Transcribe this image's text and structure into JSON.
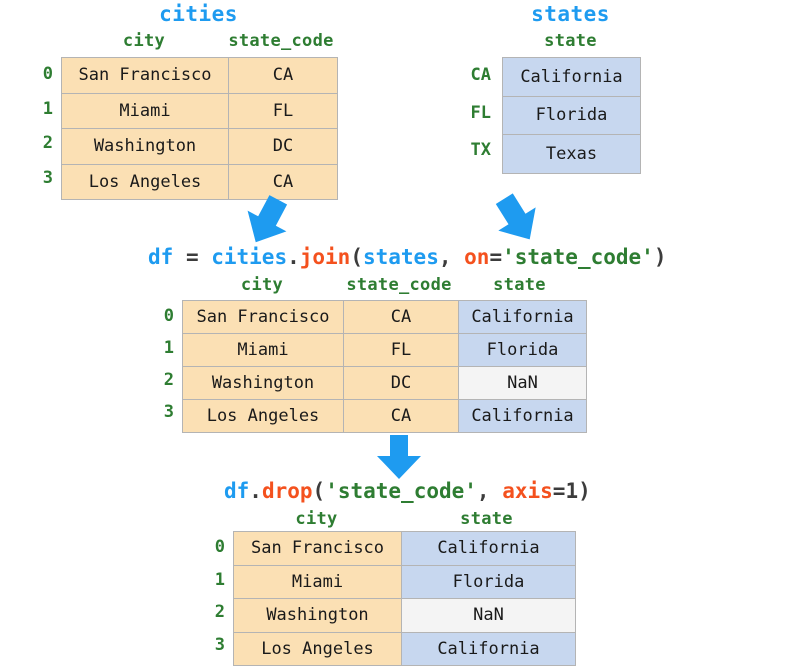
{
  "diagram": {
    "title_color": "#1E9BF0",
    "header_color": "#2E7D32",
    "orange_cell_color": "#FBE0B4",
    "blue_cell_color": "#C7D7EF",
    "nan_cell_color": "#F4F4F4",
    "arrow_color": "#1E9BF0"
  },
  "cities_table": {
    "title": "cities",
    "columns": [
      "city",
      "state_code"
    ],
    "index": [
      "0",
      "1",
      "2",
      "3"
    ],
    "rows": [
      [
        "San Francisco",
        "CA"
      ],
      [
        "Miami",
        "FL"
      ],
      [
        "Washington",
        "DC"
      ],
      [
        "Los Angeles",
        "CA"
      ]
    ]
  },
  "states_table": {
    "title": "states",
    "columns": [
      "state"
    ],
    "index": [
      "CA",
      "FL",
      "TX"
    ],
    "rows": [
      [
        "California"
      ],
      [
        "Florida"
      ],
      [
        "Texas"
      ]
    ]
  },
  "join_code": {
    "target": "df",
    "equals": " = ",
    "left": "cities",
    "dot": ".",
    "method": "join",
    "open_paren": "(",
    "arg_right": "states",
    "comma": ", ",
    "kwarg": "on",
    "assign": "=",
    "kwarg_value": "'state_code'",
    "close_paren": ")"
  },
  "joined_table": {
    "columns": [
      "city",
      "state_code",
      "state"
    ],
    "index": [
      "0",
      "1",
      "2",
      "3"
    ],
    "rows": [
      [
        "San Francisco",
        "CA",
        "California"
      ],
      [
        "Miami",
        "FL",
        "Florida"
      ],
      [
        "Washington",
        "DC",
        "NaN"
      ],
      [
        "Los Angeles",
        "CA",
        "California"
      ]
    ]
  },
  "drop_code": {
    "target": "df",
    "dot": ".",
    "method": "drop",
    "open_paren": "(",
    "arg": "'state_code'",
    "comma": ", ",
    "kwarg": "axis",
    "assign": "=",
    "kwarg_value": "1",
    "close_paren": ")"
  },
  "dropped_table": {
    "columns": [
      "city",
      "state"
    ],
    "index": [
      "0",
      "1",
      "2",
      "3"
    ],
    "rows": [
      [
        "San Francisco",
        "California"
      ],
      [
        "Miami",
        "Florida"
      ],
      [
        "Washington",
        "NaN"
      ],
      [
        "Los Angeles",
        "California"
      ]
    ]
  }
}
